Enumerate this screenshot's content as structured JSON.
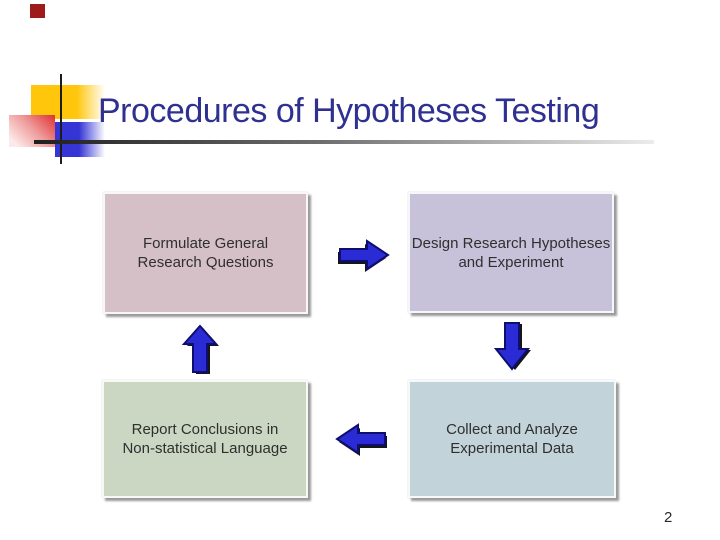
{
  "slide": {
    "title": "Procedures of Hypotheses Testing",
    "page_number": "2",
    "colors": {
      "title_text": "#2F3191",
      "title_rule_dark": "#1F1F1F",
      "corner_square_red": "#9E1B1B",
      "accent_yellow": "#FFC60B",
      "accent_red": "#E03030",
      "accent_blue": "#3535D6",
      "arrow_blue": "#2B2BD5",
      "arrow_outline": "#0E0E70",
      "arrow_shadow": "#151515",
      "box_text": "#2F2F2F",
      "box_pink": "#D5C0C8",
      "box_lavender": "#C7C2DA",
      "box_blue": "#C3D3DA",
      "box_green": "#CBD7C2"
    },
    "boxes": [
      {
        "id": "formulate",
        "fill": "#D5C0C8",
        "lines": [
          "Formulate General",
          "Research Questions"
        ]
      },
      {
        "id": "design",
        "fill": "#C7C2DA",
        "lines": [
          "Design Research Hypotheses",
          "and Experiment"
        ]
      },
      {
        "id": "collect",
        "fill": "#C3D3DA",
        "lines": [
          "Collect and Analyze",
          "Experimental Data"
        ]
      },
      {
        "id": "report",
        "fill": "#CBD7C2",
        "lines": [
          "Report Conclusions in",
          "Non-statistical Language"
        ]
      }
    ],
    "arrows": [
      {
        "direction": "right",
        "from": "formulate",
        "to": "design"
      },
      {
        "direction": "down",
        "from": "design",
        "to": "collect"
      },
      {
        "direction": "left",
        "from": "collect",
        "to": "report"
      },
      {
        "direction": "up",
        "from": "report",
        "to": "formulate"
      }
    ]
  }
}
